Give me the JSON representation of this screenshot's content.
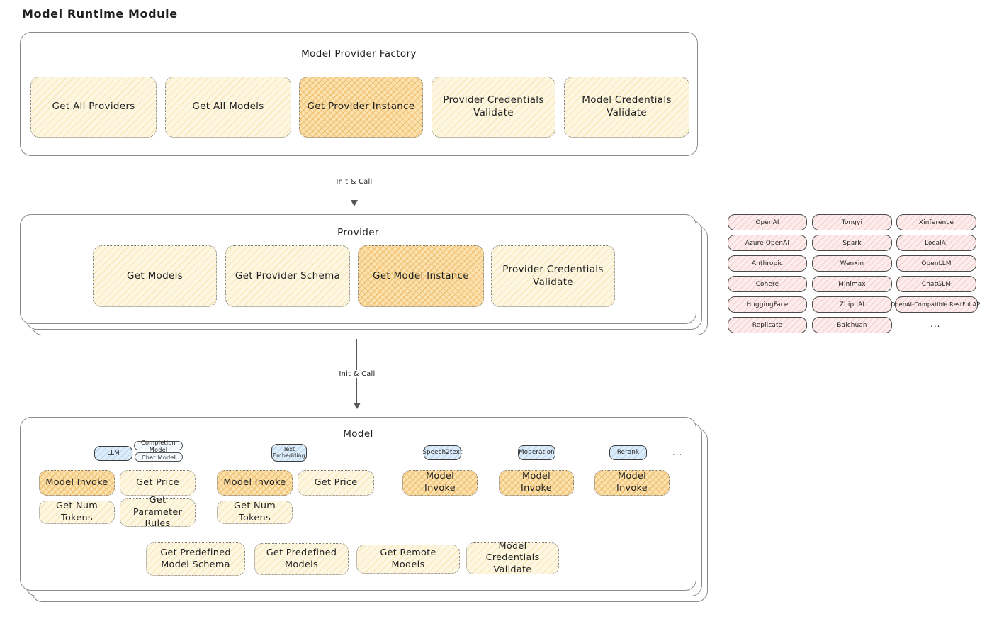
{
  "title": "Model Runtime Module",
  "arrow_label_1": "Init & Call",
  "arrow_label_2": "Init & Call",
  "factory": {
    "label": "Model Provider Factory",
    "buttons": [
      "Get All Providers",
      "Get All Models",
      "Get Provider Instance",
      "Provider Credentials Validate",
      "Model Credentials Validate"
    ]
  },
  "provider": {
    "label": "Provider",
    "buttons": [
      "Get Models",
      "Get Provider Schema",
      "Get Model Instance",
      "Provider Credentials Validate"
    ]
  },
  "providers_list": {
    "rows": [
      [
        "OpenAI",
        "Tongyi",
        "Xinference"
      ],
      [
        "Azure OpenAI",
        "Spark",
        "LocalAI"
      ],
      [
        "Anthropic",
        "Wenxin",
        "OpenLLM"
      ],
      [
        "Cohere",
        "Minimax",
        "ChatGLM"
      ],
      [
        "HuggingFace",
        "ZhipuAI",
        "OpenAI-Compatible RestFul API"
      ],
      [
        "Replicate",
        "Baichuan"
      ]
    ],
    "ellipsis": "..."
  },
  "model": {
    "label": "Model",
    "tabs": {
      "llm": "LLM",
      "completion_model": "Completion Model",
      "chat_model": "Chat Model",
      "text_embedding": "Text Embedding",
      "speech2text": "Speech2text",
      "moderation": "Moderation",
      "rerank": "Rerank",
      "ellipsis": "..."
    },
    "llm_buttons": [
      "Model Invoke",
      "Get Price",
      "Get Num Tokens",
      "Get Parameter Rules"
    ],
    "text_embedding_buttons": [
      "Model Invoke",
      "Get Price",
      "Get Num Tokens"
    ],
    "speech2text_buttons": [
      "Model Invoke"
    ],
    "moderation_buttons": [
      "Model Invoke"
    ],
    "rerank_buttons": [
      "Model Invoke"
    ],
    "common_buttons": [
      "Get Predefined Model Schema",
      "Get Predefined Models",
      "Get Remote Models",
      "Model Credentials Validate"
    ]
  },
  "colors": {
    "yellow_fill": "#fdf7e2",
    "orange_fill": "#fbe2ae",
    "blue_fill": "#dcecf9",
    "pink_fill": "#fdecec",
    "stroke": "#8a8a8a",
    "text": "#1f1f1f"
  }
}
